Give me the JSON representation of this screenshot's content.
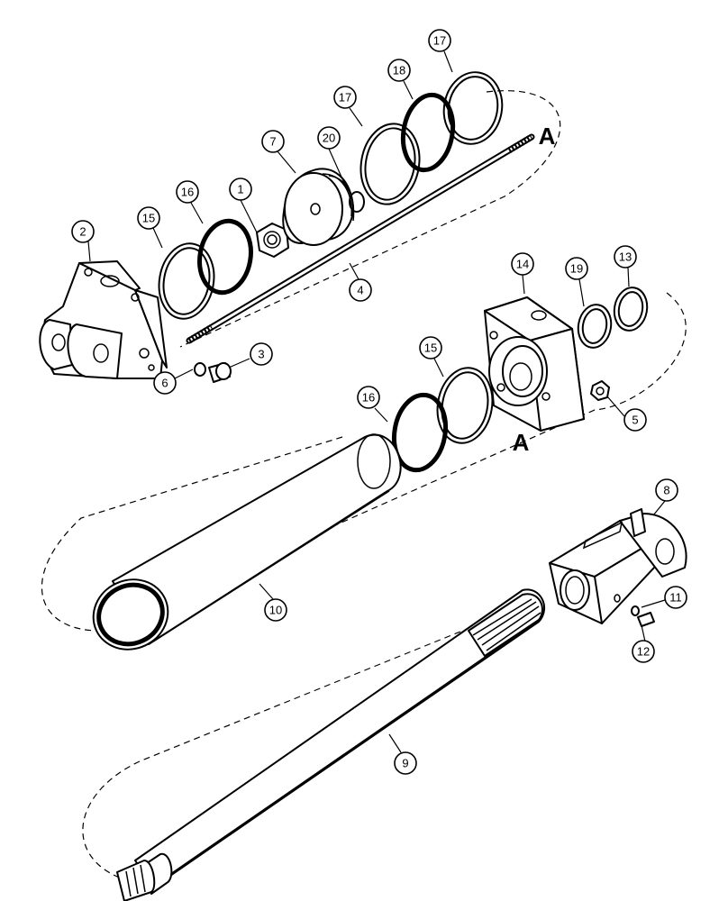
{
  "callouts": [
    {
      "id": "c1",
      "label": "1"
    },
    {
      "id": "c2",
      "label": "2"
    },
    {
      "id": "c3",
      "label": "3"
    },
    {
      "id": "c4",
      "label": "4"
    },
    {
      "id": "c5",
      "label": "5"
    },
    {
      "id": "c6",
      "label": "6"
    },
    {
      "id": "c7",
      "label": "7"
    },
    {
      "id": "c8",
      "label": "8"
    },
    {
      "id": "c9",
      "label": "9"
    },
    {
      "id": "c10",
      "label": "10"
    },
    {
      "id": "c11",
      "label": "11"
    },
    {
      "id": "c12",
      "label": "12"
    },
    {
      "id": "c13",
      "label": "13"
    },
    {
      "id": "c14",
      "label": "14"
    },
    {
      "id": "c15a",
      "label": "15"
    },
    {
      "id": "c15b",
      "label": "15"
    },
    {
      "id": "c16a",
      "label": "16"
    },
    {
      "id": "c16b",
      "label": "16"
    },
    {
      "id": "c17a",
      "label": "17"
    },
    {
      "id": "c17b",
      "label": "17"
    },
    {
      "id": "c18",
      "label": "18"
    },
    {
      "id": "c19",
      "label": "19"
    },
    {
      "id": "c20",
      "label": "20"
    }
  ],
  "reference_marks": {
    "top": "A",
    "bottom": "A"
  }
}
